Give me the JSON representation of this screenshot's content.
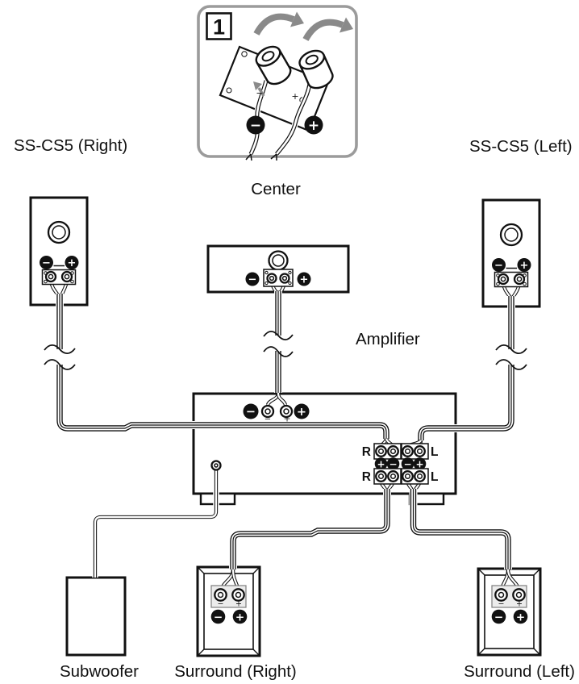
{
  "colors": {
    "line": "#111111",
    "arrow_gray": "#8a8a8a",
    "inset_border": "#9b9b9b",
    "plate_gray": "#ececec"
  },
  "inset": {
    "step_number": "1"
  },
  "labels": {
    "front_right": "SS-CS5 (Right)",
    "front_left": "SS-CS5 (Left)",
    "center": "Center",
    "amplifier": "Amplifier",
    "subwoofer": "Subwoofer",
    "surround_right": "Surround (Right)",
    "surround_left": "Surround (Left)"
  },
  "amplifier_panel": {
    "front_row_left": "R",
    "front_row_right": "L",
    "surround_row_left": "R",
    "surround_row_right": "L",
    "polarity_badges": [
      "+",
      "−",
      "−",
      "+"
    ]
  },
  "badges": {
    "minus": "−",
    "plus": "+"
  },
  "terminal_marks": {
    "minus": "−",
    "plus": "+"
  }
}
